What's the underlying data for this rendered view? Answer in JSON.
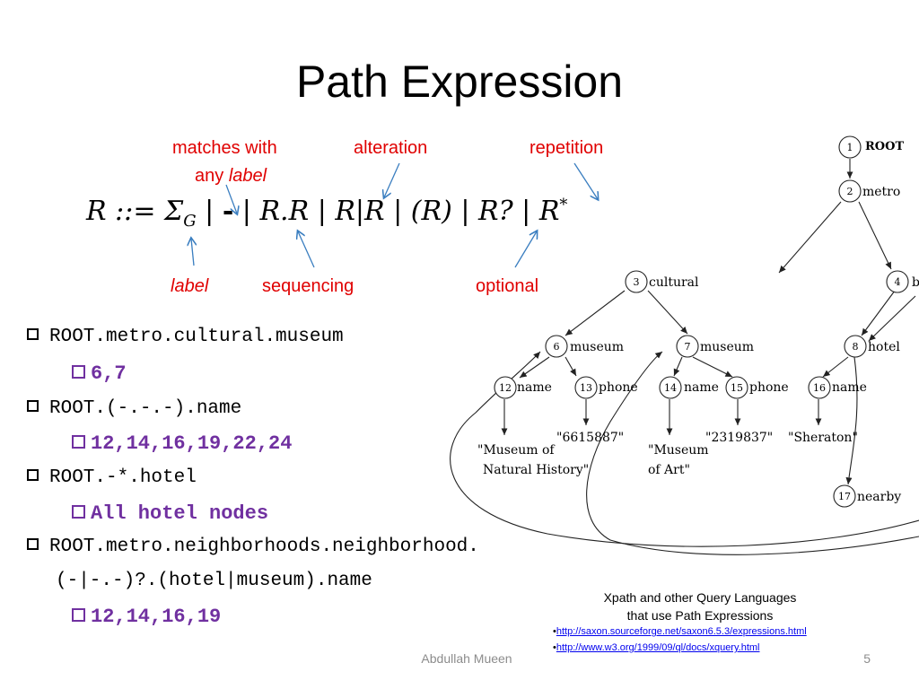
{
  "slide": {
    "title": "Path Expression",
    "annotations": {
      "matches_with": "matches with",
      "any": "any",
      "label_word": "label",
      "alteration": "alteration",
      "repetition": "repetition",
      "label": "label",
      "sequencing": "sequencing",
      "optional": "optional"
    },
    "formula": {
      "lhs": "R ::= Σ",
      "sub": "G",
      "rest1": " | ",
      "dash": "-",
      "rest2": " | R.R | R|R | (R) | R? | R",
      "sup": "*"
    },
    "bullets": [
      {
        "text": "ROOT.metro.cultural.museum",
        "answer": "6,7"
      },
      {
        "text": "ROOT.(-.-.-).name",
        "answer": "12,14,16,19,22,24"
      },
      {
        "text": "ROOT.-*.hotel",
        "answer": "All hotel nodes"
      },
      {
        "text": "ROOT.metro.neighborhoods.neighborhood.",
        "continuation": "(-|-.-)?.(hotel|museum).name",
        "answer": "12,14,16,19"
      }
    ],
    "tree": {
      "nodes": [
        {
          "id": "1",
          "label": "ROOT"
        },
        {
          "id": "2",
          "label": "metro"
        },
        {
          "id": "3",
          "label": "cultural"
        },
        {
          "id": "4",
          "label": "b"
        },
        {
          "id": "6",
          "label": "museum"
        },
        {
          "id": "7",
          "label": "museum"
        },
        {
          "id": "8",
          "label": "hotel"
        },
        {
          "id": "12",
          "label": "name"
        },
        {
          "id": "13",
          "label": "phone"
        },
        {
          "id": "14",
          "label": "name"
        },
        {
          "id": "15",
          "label": "phone"
        },
        {
          "id": "16",
          "label": "name"
        },
        {
          "id": "17",
          "label": "nearby"
        }
      ],
      "values": [
        "\"Museum of",
        "Natural History\"",
        "\"6615887\"",
        "\"Museum",
        "of Art\"",
        "\"2319837\"",
        "\"Sheraton\""
      ]
    },
    "xpath_note": {
      "line1": "Xpath and other Query Languages",
      "line2": "that use Path Expressions",
      "bullet": "•",
      "link1": "http://saxon.sourceforge.net/saxon6.5.3/expressions.html",
      "link2": "http://www.w3.org/1999/09/ql/docs/xquery.html"
    },
    "footer": "Abdullah Mueen",
    "page_number": "5",
    "colors": {
      "annotation": "#e00000",
      "answer": "#7030a0",
      "arrow": "#3a7ec0"
    }
  }
}
